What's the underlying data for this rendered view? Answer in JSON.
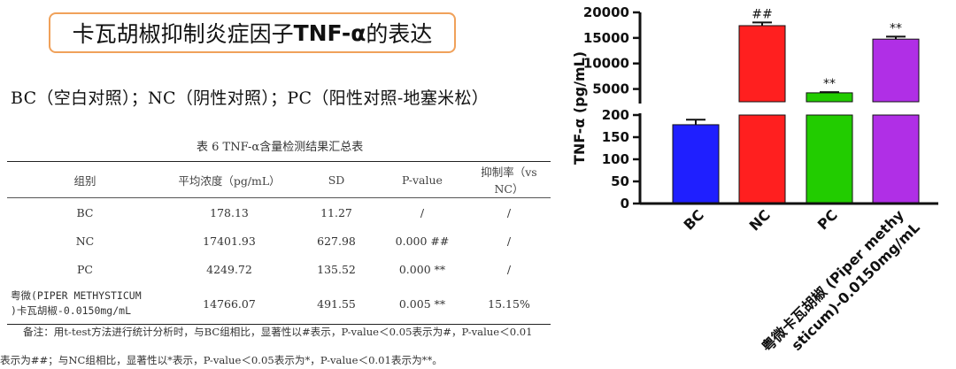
{
  "slide_title_part1": "卡瓦胡椒抑制炎症因子",
  "slide_title_bold": "TNF-α",
  "slide_title_part2": "的表达",
  "group_legend": "BC（空白对照）；NC（阴性对照）；PC（阳性对照-地塞米松）",
  "table": {
    "caption": "表 6   TNF-α含量检测结果汇总表",
    "headers": [
      "组别",
      "平均浓度（pg/mL）",
      "SD",
      "P-value",
      "抑制率（vs NC）"
    ],
    "rows": [
      {
        "group": "BC",
        "mean": "178.13",
        "sd": "11.27",
        "p": "/",
        "inhib": "/"
      },
      {
        "group": "NC",
        "mean": "17401.93",
        "sd": "627.98",
        "p": "0.000 ##",
        "inhib": "/"
      },
      {
        "group": "PC",
        "mean": "4249.72",
        "sd": "135.52",
        "p": "0.000 **",
        "inhib": "/"
      },
      {
        "group_line1": "粤微(PIPER METHYSTICUM",
        "group_line2": ")卡瓦胡椒-0.0150mg/mL",
        "mean": "14766.07",
        "sd": "491.55",
        "p": "0.005 **",
        "inhib": "15.15%"
      }
    ]
  },
  "notes": {
    "line1": "备注：用t-test方法进行统计分析时，与BC组相比，显著性以#表示，P-value＜0.05表示为#，P-value＜0.01",
    "line2": "表示为##；与NC组相比，显著性以*表示，P-value＜0.05表示为*，P-value＜0.01表示为**。"
  },
  "chart_data": {
    "type": "bar",
    "categories": [
      "BC",
      "NC",
      "PC",
      "粤微卡瓦胡椒 (Piper methysticum)-0.0150mg/mL"
    ],
    "category_labels": [
      [
        "BC"
      ],
      [
        "NC"
      ],
      [
        "PC"
      ],
      [
        "粤微卡瓦胡椒 (Piper methy",
        "sticum)-0.0150mg/mL"
      ]
    ],
    "values": [
      178.13,
      17401.93,
      4249.72,
      14766.07
    ],
    "errors": [
      11.27,
      627.98,
      135.52,
      491.55
    ],
    "annotations": [
      "",
      "##",
      "**",
      "**"
    ],
    "colors": [
      "#1f1fff",
      "#ff1f1f",
      "#22cc00",
      "#b02fe6"
    ],
    "ylabel": "TNF-α (pg/mL)",
    "y_axis_break": true,
    "lower_segment": {
      "ylim": [
        0,
        200
      ],
      "ticks": [
        0,
        50,
        100,
        150,
        200
      ]
    },
    "upper_segment": {
      "ylim": [
        2500,
        20000
      ],
      "ticks": [
        5000,
        10000,
        15000,
        20000
      ]
    }
  }
}
